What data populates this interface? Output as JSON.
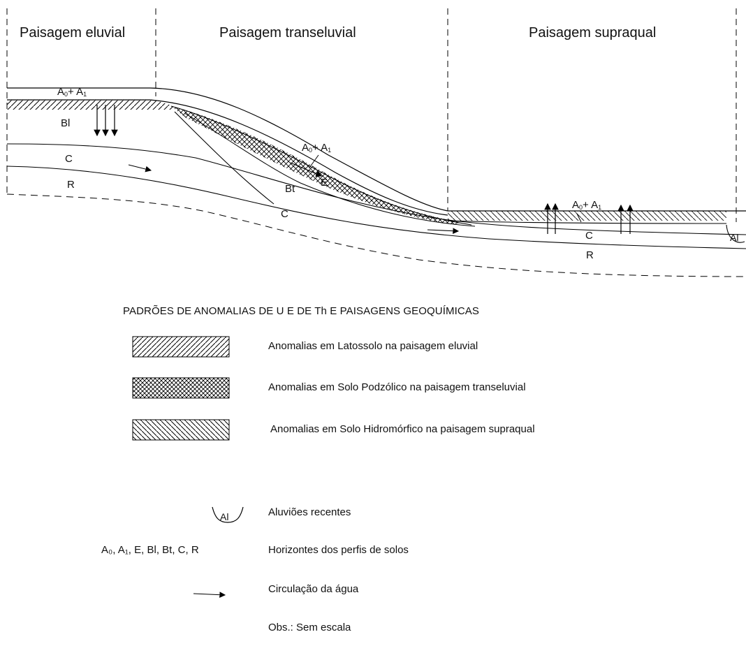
{
  "landscapes": [
    {
      "label": "Paisagem eluvial"
    },
    {
      "label": "Paisagem transeluvial"
    },
    {
      "label": "Paisagem supraqual"
    }
  ],
  "horizons": {
    "a0a1_main": "A",
    "a0a1_sub0": "0",
    "a0a1_plus": "+ A",
    "a0a1_sub1": "1",
    "bl": "Bl",
    "c": "C",
    "r": "R",
    "bt": "Bt",
    "e": "E",
    "al": "Al"
  },
  "legend": {
    "title": "PADRÕES DE ANOMALIAS DE U E DE Th E PAISAGENS GEOQUÍMICAS",
    "items": [
      {
        "label": "Anomalias em Latossolo na paisagem eluvial",
        "pattern": "diagonal-forward"
      },
      {
        "label": "Anomalias em Solo Podzólico na paisagem transeluvial",
        "pattern": "crosshatch"
      },
      {
        "label": "Anomalias em Solo Hidromórfico na paisagem supraqual",
        "pattern": "diagonal-back"
      }
    ],
    "alluvium_symbol": "Al",
    "alluvium_label": "Aluviões recentes",
    "horizons_symbol": "A₀, A₁, E, Bl, Bt, C, R",
    "horizons_label": "Horizontes dos perfis de solos",
    "water_label": "Circulação da água",
    "note": "Obs.: Sem escala"
  }
}
